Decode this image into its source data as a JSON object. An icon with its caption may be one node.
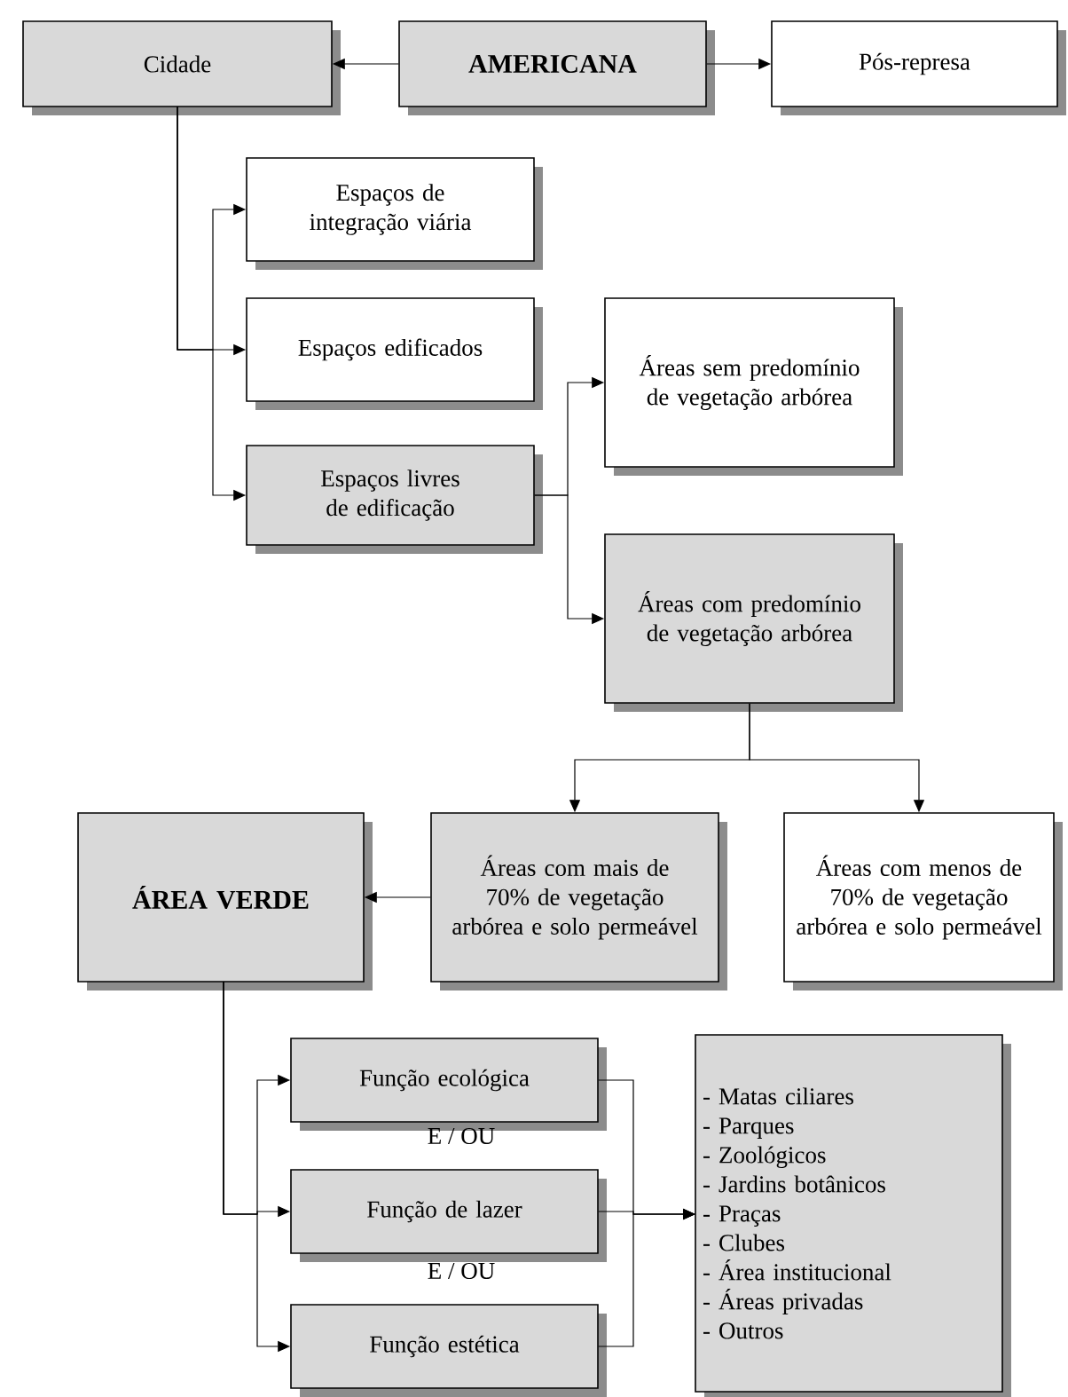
{
  "diagram": {
    "nodes": [
      {
        "text": [
          "Cidade"
        ]
      },
      {
        "text": [
          "AMERICANA"
        ]
      },
      {
        "text": [
          "Pós-represa"
        ]
      },
      {
        "text": [
          "Espaços de integração viária"
        ]
      },
      {
        "text": [
          "Espaços edificados"
        ]
      },
      {
        "text": [
          "Espaços livres de edificação"
        ]
      },
      {
        "text": [
          "Áreas sem predomínio de vegetação arbórea"
        ]
      },
      {
        "text": [
          "Áreas com predomínio de vegetação arbórea"
        ]
      },
      {
        "text": [
          "ÁREA VERDE"
        ]
      },
      {
        "text": [
          "Áreas com mais de 70% de vegetação arbórea e solo permeável"
        ]
      },
      {
        "text": [
          "Áreas com menos de 70% de vegetação arbórea e solo permeável"
        ]
      },
      {
        "text": [
          "Função ecológica"
        ]
      },
      {
        "text": [
          "Função de lazer"
        ]
      },
      {
        "text": [
          "Função estética"
        ]
      },
      {
        "text": [
          "- Matas ciliares",
          "- Parques",
          "- Zoológicos",
          "- Jardins botânicos",
          "- Praças",
          "- Clubes",
          "- Área institucional",
          "- Áreas privadas",
          "- Outros"
        ]
      }
    ],
    "edges": [
      {
        "from": 1,
        "to": 0,
        "arrow": "to"
      },
      {
        "from": 1,
        "to": 2,
        "arrow": "to"
      },
      {
        "from": 0,
        "to": 3,
        "arrow": "to"
      },
      {
        "from": 0,
        "to": 4,
        "arrow": "to"
      },
      {
        "from": 0,
        "to": 5,
        "arrow": "to"
      },
      {
        "from": 5,
        "to": 6,
        "arrow": "to"
      },
      {
        "from": 5,
        "to": 7,
        "arrow": "to"
      },
      {
        "from": 7,
        "to": 9,
        "arrow": "to"
      },
      {
        "from": 7,
        "to": 10,
        "arrow": "to"
      },
      {
        "from": 9,
        "to": 8,
        "arrow": "to"
      },
      {
        "from": 8,
        "to": 11,
        "arrow": "to"
      },
      {
        "from": 8,
        "to": 12,
        "arrow": "to"
      },
      {
        "from": 8,
        "to": 13,
        "arrow": "to"
      },
      {
        "from": 11,
        "to": 14,
        "arrow": "to"
      },
      {
        "from": 12,
        "to": 14,
        "arrow": "to"
      },
      {
        "from": 13,
        "to": 14,
        "arrow": "to"
      }
    ],
    "labels": [
      "E / OU",
      "E / OU"
    ]
  }
}
